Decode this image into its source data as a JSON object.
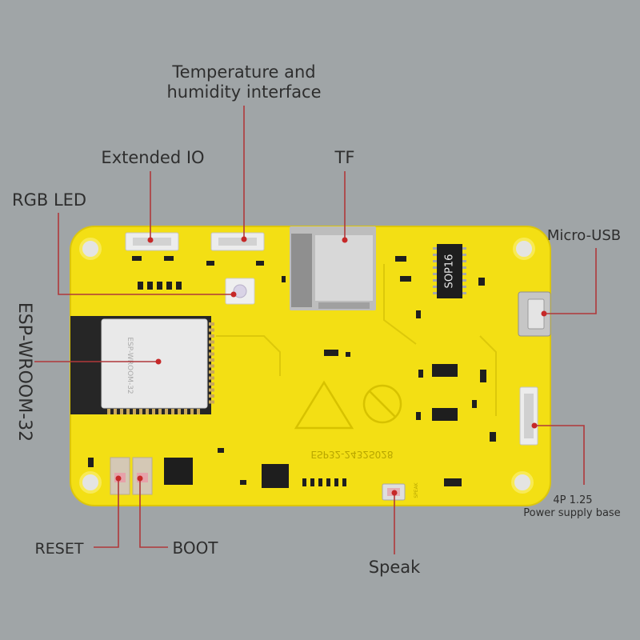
{
  "labels": {
    "temperature": [
      "Temperature and",
      "humidity interface"
    ],
    "extended_io": "Extended IO",
    "tf": "TF",
    "rgb_led": "RGB LED",
    "micro_usb": "Micro-USB",
    "esp_wroom": "ESP-WROOM-32",
    "power_base": [
      "4P 1.25",
      "Power supply base"
    ],
    "reset": "RESET",
    "boot": "BOOT",
    "speak": "Speak"
  },
  "silkscreen": {
    "chip": "SOP16",
    "module": "ESP-WROOM-32",
    "board": "ESP32-2432S028",
    "speak": "SPEAK"
  },
  "colors": {
    "background": "#a0a5a7",
    "board": "#f3df14",
    "leader": "#b0383a"
  }
}
